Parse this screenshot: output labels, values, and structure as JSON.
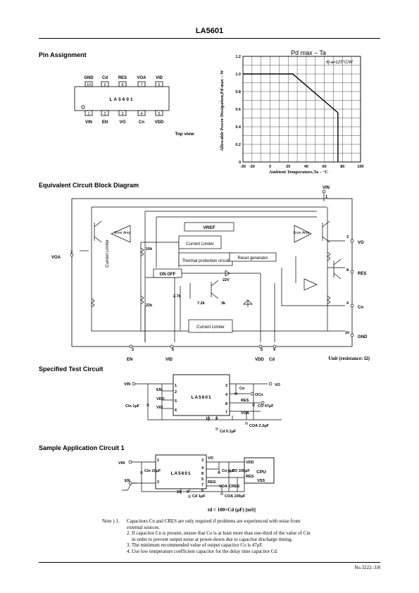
{
  "header": {
    "title": "LA5601",
    "page_number": "No.3222–3/8"
  },
  "sections": {
    "pin_assignment": "Pin Assignment",
    "block_diagram": "Equivalent Circuit Block Diagram",
    "test_circuit": "Specified Test Circuit",
    "application": "Sample Application Circuit 1"
  },
  "pin_assignment": {
    "top_pins": [
      {
        "name": "GND",
        "num": "10"
      },
      {
        "name": "Cd",
        "num": "9"
      },
      {
        "name": "RES",
        "num": "8"
      },
      {
        "name": "VOA",
        "num": "7"
      },
      {
        "name": "VID",
        "num": "6"
      }
    ],
    "bottom_pins": [
      {
        "name": "VIN",
        "num": "1"
      },
      {
        "name": "EN",
        "num": "2"
      },
      {
        "name": "VO",
        "num": "3"
      },
      {
        "name": "Cn",
        "num": "4"
      },
      {
        "name": "VDD",
        "num": "5"
      }
    ],
    "chip_label": "LA5601",
    "view_label": "Top view"
  },
  "chart_data": {
    "type": "line",
    "title": "Pd max – Ta",
    "annotation": "θj-a=125°C/W",
    "xlabel": "Ambient Temperature,Ta – °C",
    "ylabel": "Allowable Power Dissipation,Pd max – W",
    "xlim": [
      -30,
      100
    ],
    "ylim": [
      0,
      1.2
    ],
    "xticks": [
      "-30",
      "-20",
      "0",
      "20",
      "40",
      "60",
      "80",
      "100"
    ],
    "yticks": [
      "0",
      "0.2",
      "0.4",
      "0.6",
      "0.8",
      "1.0",
      "1.2"
    ],
    "series": [
      {
        "x": [
          -30,
          25,
          75
        ],
        "y": [
          1.0,
          1.0,
          0.56
        ]
      }
    ],
    "vline_x": 75,
    "grid": true
  },
  "block_diagram": {
    "labels": {
      "vin": "VIN",
      "vo": "VO",
      "res": "RES",
      "cn": "Cn",
      "gnd": "GND",
      "voa": "VOA",
      "en": "EN",
      "vid": "VID",
      "vdd": "VDD",
      "cd": "Cd",
      "vref": "VREF",
      "current_limiter": "Current Limiter",
      "current_limiter_vertical": "Current Limiter",
      "error_amp_left": "Error Amp",
      "error_amp_right": "Error Amp",
      "thermal": "Thermal protection circuit",
      "reset": "Reset generator",
      "onoff": "ON OFF",
      "r10k": "10k",
      "r22k": "22k",
      "r27k": "2.7k",
      "r72k": "7.2k",
      "r3k": "3k",
      "z22v": "22V"
    },
    "pin_numbers": {
      "vin": "1",
      "vo": "3",
      "res": "8",
      "cn": "4",
      "gnd": "10",
      "voa": "7",
      "en": "2",
      "vid": "6",
      "vdd": "5",
      "cd": "9"
    },
    "unit_note": "Unit (resistance: Ω)"
  },
  "test_circuit": {
    "chip_label": "LA5601",
    "left_pins": [
      {
        "name": "VIN",
        "num": "1"
      },
      {
        "name": "EN",
        "num": "2"
      },
      {
        "name": "VDD",
        "num": "5"
      },
      {
        "name": "VID",
        "num": "6"
      }
    ],
    "right_pins": [
      {
        "name": "",
        "num": "3"
      },
      {
        "name": "",
        "num": "4"
      },
      {
        "name": "",
        "num": "8"
      },
      {
        "name": "",
        "num": "7"
      }
    ],
    "labels": {
      "vin": "VIN",
      "vo": "VO",
      "cin": "Cin 1μF",
      "cn": "Cn",
      "ocn": "OCn",
      "res": "RES",
      "co": "CO 47μF",
      "voa": "VOA",
      "coa": "COA 2.2μF",
      "cd": "Cd 0.1μF",
      "pin10": "10",
      "pin9": "9"
    }
  },
  "application": {
    "chip_label": "LA5601",
    "labels": {
      "vin": "VIN",
      "en": "EN",
      "vo": "VO",
      "cin": "Cin 10μF",
      "cn": "Cn 1μF",
      "co": "CO 330μF",
      "res": "RES",
      "voa": "VOA",
      "cres": "CRES",
      "coa": "COA 100μF",
      "cd": "Cd 1μF",
      "cpu": "CPU",
      "vdd": "VDD",
      "reset": "RES",
      "vss": "VSS",
      "p1": "1",
      "p2": "2",
      "p3": "3",
      "p4": "4",
      "p5": "5",
      "p6": "6",
      "p7": "7",
      "p8": "8",
      "p9": "9",
      "p10": "10",
      "formula": "td = 100×Cd (μF) [mS]"
    }
  },
  "notes": {
    "lead": "Note ) 1.",
    "items": [
      [
        "Capacitors Cn and CRES are only required if problems are experienced with noise from",
        "external sources."
      ],
      [
        "2. If capacitor Cn is present, ensure that Co is at least more than one-third of the value of Cin",
        "in order to prevent output noise at power-down due to capacitor discharge timing."
      ],
      [
        "3. The minimum recommended value of output capacitor Co is 47μF."
      ],
      [
        "4. Use low temperature coefficient capacitor for the delay time capacitor Cd."
      ]
    ]
  }
}
